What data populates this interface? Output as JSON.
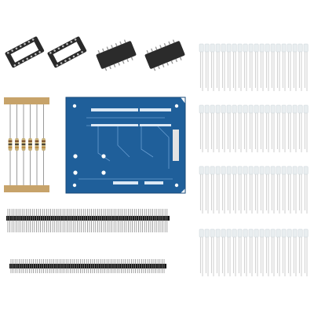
{
  "colors": {
    "background": "#ffffff",
    "pcb": "#1f5f9a",
    "pcb_trace": "#6fa3d6",
    "ic_body": "#2b2b2b",
    "socket": "#2a2a2a",
    "resistor_body": "#c7b07a",
    "resistor_tape": "#b08a5a",
    "led": "#e9eef0",
    "header_pins": "#111111"
  },
  "components": [
    {
      "kind": "ic-socket",
      "count": 2
    },
    {
      "kind": "ic-chip",
      "count": 2
    },
    {
      "kind": "resistor-strip",
      "count": 6
    },
    {
      "kind": "shield-pcb",
      "count": 1
    },
    {
      "kind": "pin-header",
      "count": 2
    },
    {
      "kind": "led-row",
      "count": 4,
      "leds_per_row": 20
    }
  ]
}
